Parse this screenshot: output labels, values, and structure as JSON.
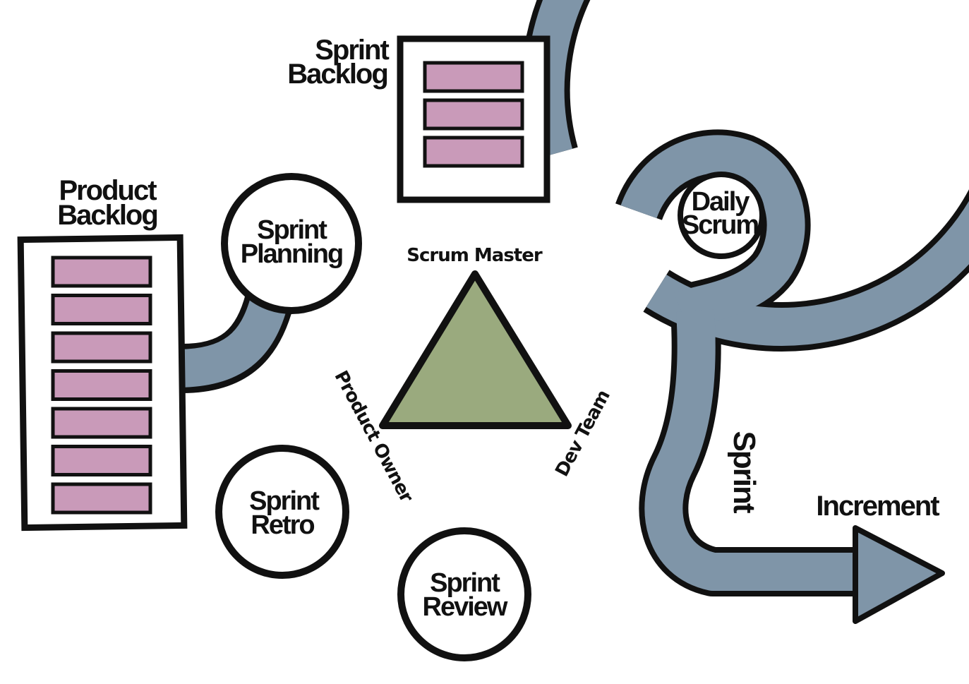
{
  "colors": {
    "flow": "#7f95a8",
    "outline": "#111111",
    "backlog_item": "#c99ab9",
    "triangle": "#9aaa7e",
    "background": "#ffffff"
  },
  "artifacts": {
    "product_backlog": {
      "title_line1": "Product",
      "title_line2": "Backlog",
      "item_count": 7
    },
    "sprint_backlog": {
      "title_line1": "Sprint",
      "title_line2": "Backlog",
      "item_count": 3
    }
  },
  "events": {
    "sprint_planning": {
      "line1": "Sprint",
      "line2": "Planning"
    },
    "daily_scrum": {
      "line1": "Daily",
      "line2": "Scrum"
    },
    "sprint_review": {
      "line1": "Sprint",
      "line2": "Review"
    },
    "sprint_retro": {
      "line1": "Sprint",
      "line2": "Retro"
    }
  },
  "roles": {
    "scrum_master": "Scrum Master",
    "product_owner": "Product Owner",
    "dev_team": "Dev Team"
  },
  "sprint_label": "Sprint",
  "increment_label": "Increment"
}
